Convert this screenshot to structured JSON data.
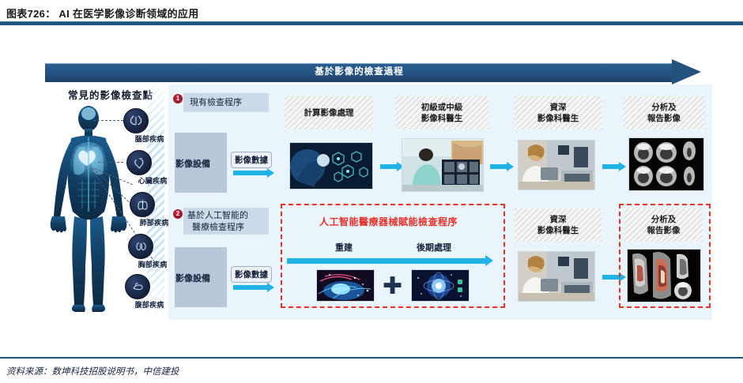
{
  "header": {
    "title": "图表726： AI 在医学影像诊断领域的应用"
  },
  "footer": {
    "source": "资料来源：数坤科技招股说明书，中信建投"
  },
  "banner": {
    "label": "基於影像的檢查過程"
  },
  "left_panel": {
    "heading": "常見的影像檢查點",
    "organs": [
      {
        "label": "腦部疾病",
        "icon": "brain-icon"
      },
      {
        "label": "心臟疾病",
        "icon": "heart-icon"
      },
      {
        "label": "肺部疾病",
        "icon": "lungs-icon"
      },
      {
        "label": "胸部疾病",
        "icon": "kidney-icon"
      },
      {
        "label": "腹部疾病",
        "icon": "abdomen-icon"
      }
    ]
  },
  "row1": {
    "number": "1",
    "title": "現有檢查程序",
    "device_label": "影像設備",
    "data_chip": "影像數據",
    "steps": [
      "計算影像處理",
      "初級或中級\n影像科醫生",
      "資深\n影像科醫生",
      "分析及\n報告影像"
    ],
    "step1_line1": "計算影像處理",
    "step1_line2": "",
    "step2_line1": "初級或中級",
    "step2_line2": "影像科醫生",
    "step3_line1": "資深",
    "step3_line2": "影像科醫生",
    "step4_line1": "分析及",
    "step4_line2": "報告影像"
  },
  "row2": {
    "number": "2",
    "title_line1": "基於人工智能的",
    "title_line2": "醫療檢查程序",
    "device_label": "影像設備",
    "data_chip": "影像數據",
    "ai_box_title": "人工智能醫療器械賦能檢查程序",
    "ai_step1": "重建",
    "ai_step2": "後期處理",
    "plus_symbol": "✚",
    "step3_line1": "資深",
    "step3_line2": "影像科醫生",
    "step4_line1": "分析及",
    "step4_line2": "報告影像"
  },
  "colors": {
    "brand_blue": "#23527e",
    "panel_bg": "#e9f4fb",
    "arrow_cyan": "#22b3e6",
    "accent_red": "#e8312b",
    "badge_red": "#a8162c",
    "head_box": "#ccd9e8",
    "device_box": "#b9c7d8"
  }
}
